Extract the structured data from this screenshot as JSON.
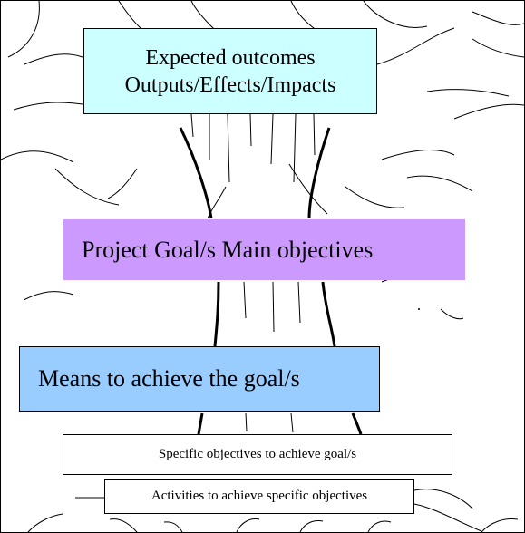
{
  "diagram": {
    "outcomes": {
      "line1": "Expected outcomes",
      "line2": "Outputs/Effects/Impacts",
      "fill": "#ccffff"
    },
    "goal": {
      "label": "Project Goal/s Main objectives",
      "fill": "#cc99ff"
    },
    "means": {
      "label": "Means to achieve the goal/s",
      "fill": "#99ccff"
    },
    "specific": {
      "label": "Specific objectives to achieve goal/s"
    },
    "activities": {
      "label": "Activities to achieve specific objectives"
    }
  }
}
